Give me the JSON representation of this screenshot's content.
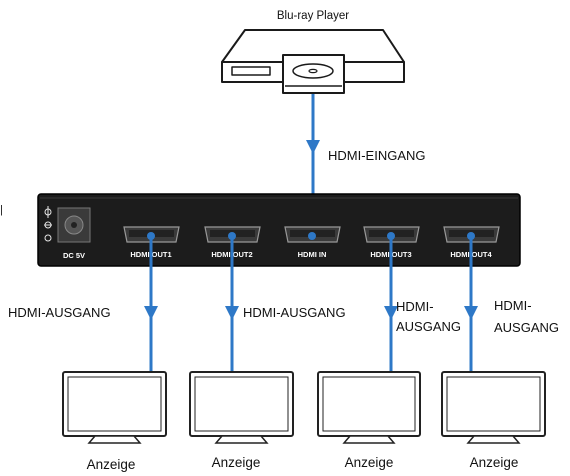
{
  "source": {
    "label": "Blu-ray Player"
  },
  "input_cable": {
    "label": "HDMI-EINGANG"
  },
  "splitter": {
    "power_label": "DC 5V",
    "ports": [
      "HDMI OUT1",
      "HDMI OUT2",
      "HDMI IN",
      "HDMI OUT3",
      "HDMI OUT4"
    ]
  },
  "outputs": [
    {
      "cable_label": "HDMI-AUSGANG",
      "display_label": "Anzeige"
    },
    {
      "cable_label": "HDMI-AUSGANG",
      "display_label": "Anzeige"
    },
    {
      "cable_label_line1": "HDMI-",
      "cable_label_line2": "AUSGANG",
      "display_label": "Anzeige"
    },
    {
      "cable_label_line1": "HDMI-",
      "cable_label_line2": "AUSGANG",
      "display_label": "Anzeige"
    }
  ],
  "colors": {
    "cable": "#2e78c7",
    "device_body": "#1c1c1c",
    "port": "#2b2b2b",
    "screen_outline": "#222222"
  }
}
